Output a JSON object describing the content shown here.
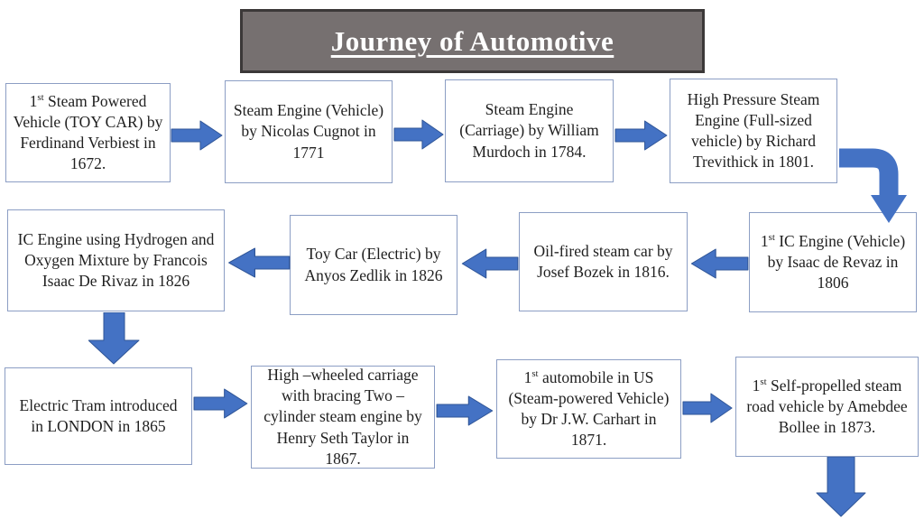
{
  "title": "Journey of Automotive",
  "colors": {
    "arrow_fill": "#4472C4",
    "arrow_stroke": "#2F5597",
    "box_border": "#8C9EC4",
    "box_bg": "#FFFFFF",
    "title_bg": "#767070",
    "title_border": "#3B3838",
    "title_text": "#FFFFFF",
    "text": "#1F1F1F",
    "background": "#FFFFFF"
  },
  "diagram": {
    "type": "flowchart-timeline",
    "flow": "row1 left-to-right, down on right, row2 right-to-left, down on left, row3 left-to-right, exit arrow down at bottom right"
  },
  "nodes": [
    {
      "pre": "1",
      "sup": "st",
      "text": " Steam Powered Vehicle (TOY CAR) by Ferdinand Verbiest in 1672."
    },
    {
      "pre": "",
      "sup": "",
      "text": "Steam Engine (Vehicle) by Nicolas Cugnot in 1771"
    },
    {
      "pre": "",
      "sup": "",
      "text": "Steam Engine (Carriage) by William Murdoch in 1784."
    },
    {
      "pre": "",
      "sup": "",
      "text": "High Pressure Steam Engine (Full-sized vehicle) by Richard Trevithick in 1801."
    },
    {
      "pre": "1",
      "sup": "st",
      "text": " IC Engine (Vehicle) by Isaac de Revaz in 1806"
    },
    {
      "pre": "",
      "sup": "",
      "text": "Oil-fired steam car by Josef Bozek in 1816."
    },
    {
      "pre": "",
      "sup": "",
      "text": "Toy Car (Electric) by Anyos Zedlik in 1826"
    },
    {
      "pre": "",
      "sup": "",
      "text": "IC Engine using Hydrogen and Oxygen Mixture by Francois Isaac De Rivaz in 1826"
    },
    {
      "pre": "",
      "sup": "",
      "text": "Electric Tram introduced in LONDON in 1865"
    },
    {
      "pre": "",
      "sup": "",
      "text": "High –wheeled carriage with bracing Two – cylinder steam engine by Henry Seth Taylor in 1867."
    },
    {
      "pre": "1",
      "sup": "st",
      "text": " automobile in US (Steam-powered Vehicle) by Dr J.W. Carhart  in 1871."
    },
    {
      "pre": "1",
      "sup": "st",
      "text": " Self-propelled steam road vehicle by Amebdee Bollee in 1873."
    }
  ]
}
